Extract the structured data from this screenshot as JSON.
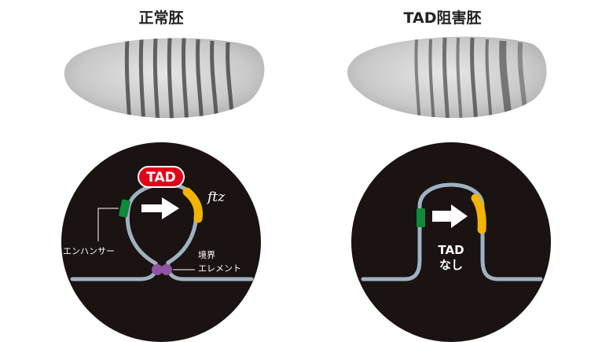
{
  "panels": {
    "normal": {
      "title": "正常胚",
      "tad_badge": "TAD",
      "gene_label": "ftz",
      "enhancer_label": "エンハンサー",
      "boundary_label_line1": "境界",
      "boundary_label_line2": "エレメント"
    },
    "tad_disrupted": {
      "title": "TAD阻害胚",
      "no_tad_line1": "TAD",
      "no_tad_line2": "なし"
    }
  },
  "colors": {
    "circle_bg": "#1a1311",
    "dna_line": "#9fb2c2",
    "enhancer": "#0f8a3a",
    "gene": "#f2b400",
    "boundary": "#8e55a3",
    "tad_badge": "#e0001b",
    "arrow": "#ffffff"
  }
}
